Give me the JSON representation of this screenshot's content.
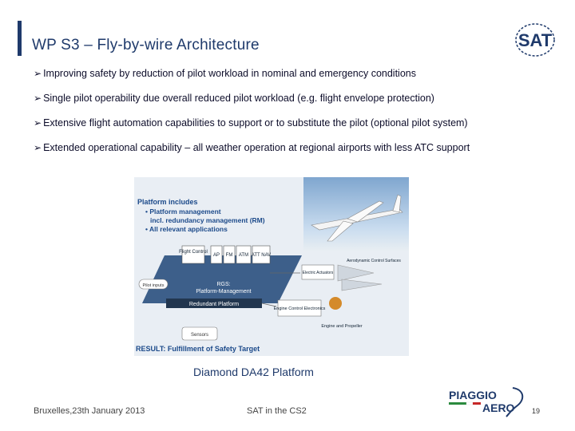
{
  "title": "WP S3 – Fly-by-wire Architecture",
  "bullets": [
    "Improving safety by reduction of pilot workload in nominal and emergency conditions",
    "Single pilot operability due overall reduced pilot workload (e.g. flight envelope protection)",
    "Extensive flight automation capabilities to support or to substitute the pilot (optional pilot system)",
    "Extended operational capability – all weather operation at regional airports with less ATC support"
  ],
  "figure": {
    "heading": "Platform includes",
    "list": [
      "• Platform management",
      "incl. redundancy management (RM)",
      "• All relevant applications"
    ],
    "modules": [
      "Flight Control",
      "AP",
      "FM",
      "ATM",
      "ATT NAV"
    ],
    "pilot_inputs": "Pilot inputs",
    "rgs": "RGS:",
    "platform_management": "Platform-Management",
    "redundant_platform": "Redundant Platform",
    "sensors": "Sensors",
    "electric_actuators": "Electric Actuators",
    "aero_surfaces": "Aerodynamic Control Surfaces",
    "engine_control": "Engine Control Electronics",
    "engine_propeller": "Engine and Propeller",
    "result": "RESULT: Fulfillment of Safety Target"
  },
  "caption": "Diamond DA42 Platform",
  "footer": {
    "left": "Bruxelles,23th January 2013",
    "middle": "SAT in the CS2",
    "page": "19"
  },
  "logos": {
    "sat": "SAT",
    "piaggio_line1": "PIAGGIO",
    "piaggio_line2": "AERO"
  },
  "colors": {
    "title": "#1f3a6b",
    "accent": "#1c4a8a"
  }
}
